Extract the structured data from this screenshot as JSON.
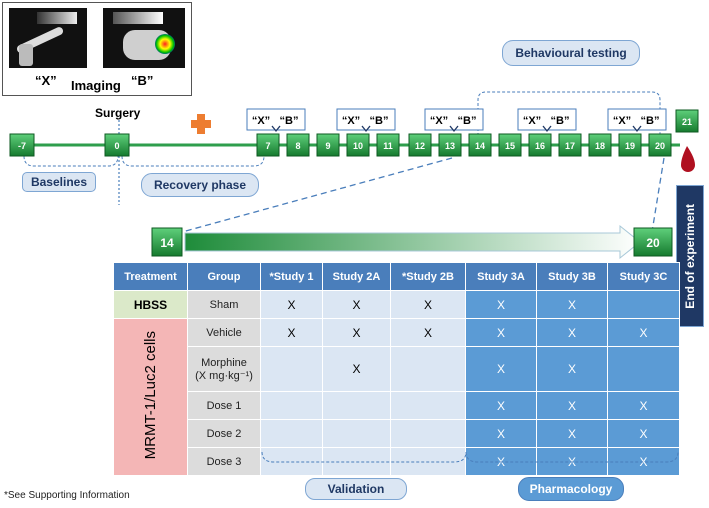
{
  "imaging": {
    "label_x": "“X”",
    "label_b": "“B”",
    "label_imaging": "Imaging"
  },
  "timeline": {
    "surgery_label": "Surgery",
    "days_top": [
      "-7",
      "0",
      "7",
      "8",
      "9",
      "10",
      "11",
      "12",
      "13",
      "14",
      "15",
      "16",
      "17",
      "18",
      "19",
      "20",
      "21"
    ],
    "assay_label_x": "“X”",
    "assay_label_b": "“B”",
    "baselines_label": "Baselines",
    "recovery_label": "Recovery phase",
    "behavioural_label": "Behavioural testing",
    "zoom_start": "14",
    "zoom_end": "20",
    "end_label": "End of experiment"
  },
  "table": {
    "headers": [
      "Treatment",
      "Group",
      "*Study 1",
      "Study 2A",
      "*Study 2B",
      "Study 3A",
      "Study 3B",
      "Study 3C"
    ],
    "hbss_label": "HBSS",
    "cells_label": "MRMT-1/Luc2 cells",
    "rows": [
      {
        "group": "Sham",
        "cells": [
          "X",
          "X",
          "X",
          "X",
          "X",
          ""
        ]
      },
      {
        "group": "Vehicle",
        "cells": [
          "X",
          "X",
          "X",
          "X",
          "X",
          "X"
        ]
      },
      {
        "group": "Morphine",
        "group2": "(X mg·kg⁻¹)",
        "cells": [
          "",
          "X",
          "",
          "X",
          "X",
          ""
        ]
      },
      {
        "group": "Dose 1",
        "cells": [
          "",
          "",
          "",
          "X",
          "X",
          "X"
        ]
      },
      {
        "group": "Dose 2",
        "cells": [
          "",
          "",
          "",
          "X",
          "X",
          "X"
        ]
      },
      {
        "group": "Dose 3",
        "cells": [
          "",
          "",
          "",
          "X",
          "X",
          "X"
        ]
      }
    ],
    "validation_label": "Validation",
    "pharmacology_label": "Pharmacology"
  },
  "footnote": "*See Supporting Information",
  "colors": {
    "green_dark": "#1e8c3a",
    "green_light": "#4cc26a",
    "header_blue": "#4a7ebb",
    "pharm_blue": "#5b9bd5",
    "valid_blue": "#dbe6f3",
    "cells_pink": "#f4b6b6",
    "hbss_green": "#dbe9c9",
    "plus_orange": "#ed7d31",
    "drop_red": "#b01020"
  }
}
